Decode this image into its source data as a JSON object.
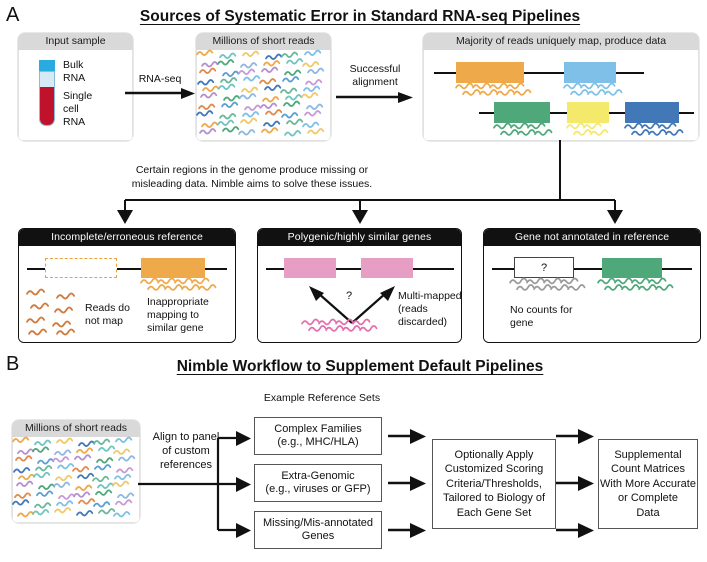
{
  "panelA": {
    "letter": "A",
    "title": "Sources of Systematic Error in Standard RNA-seq Pipelines",
    "input_card": {
      "header": "Input sample",
      "label_bulk": "Bulk\nRNA",
      "label_single": "Single\ncell\nRNA",
      "tube_cap_color": "#29abe2",
      "tube_liquid_color": "#c1122b"
    },
    "arrow1_label": "RNA-seq",
    "reads_card": {
      "header": "Millions of short reads"
    },
    "arrow2_label": "Successful\nalignment",
    "mapped_card": {
      "header": "Majority of reads uniquely map, produce data",
      "genes_row1": [
        {
          "name": "gene-orange",
          "color": "#eda94a"
        },
        {
          "name": "gene-lightblue",
          "color": "#7fc0e8"
        }
      ],
      "genes_row2": [
        {
          "name": "gene-green",
          "color": "#4fa87a"
        },
        {
          "name": "gene-yellow",
          "color": "#f4e96b"
        },
        {
          "name": "gene-darkblue",
          "color": "#4277b8"
        }
      ]
    },
    "note": "Certain regions in the genome produce missing or\nmisleading data. Nimble aims to solve these issues.",
    "problems": [
      {
        "header": "Incomplete/erroneous reference",
        "gene_color": "#eda94a",
        "read_color": "#d07a3c",
        "caption_left": "Reads do\nnot map",
        "caption_right": "Inappropriate\nmapping to\nsimilar gene"
      },
      {
        "header": "Polygenic/highly similar genes",
        "gene_color": "#e69ec4",
        "read_color": "#e26fae",
        "question_mark": "?",
        "caption_right": "Multi-mapped\n(reads discarded)"
      },
      {
        "header": "Gene not annotated in reference",
        "gene_color": "#4fa87a",
        "read_color_left": "#9a9a9a",
        "read_color_right": "#4fa87a",
        "question_mark": "?",
        "caption": "No counts for\ngene"
      }
    ]
  },
  "panelB": {
    "letter": "B",
    "title": "Nimble Workflow to Supplement Default Pipelines",
    "subtitle": "Example Reference Sets",
    "reads_card": {
      "header": "Millions of short reads"
    },
    "align_label": "Align to panel\nof custom\nreferences",
    "reference_sets": [
      "Complex Families\n(e.g., MHC/HLA)",
      "Extra-Genomic\n(e.g., viruses or GFP)",
      "Missing/Mis-annotated\nGenes"
    ],
    "scoring_box": "Optionally Apply\nCustomized Scoring\nCriteria/Thresholds,\nTailored to Biology of\nEach Gene Set",
    "output_box": "Supplemental\nCount Matrices\nWith More Accurate\nor Complete\nData"
  }
}
